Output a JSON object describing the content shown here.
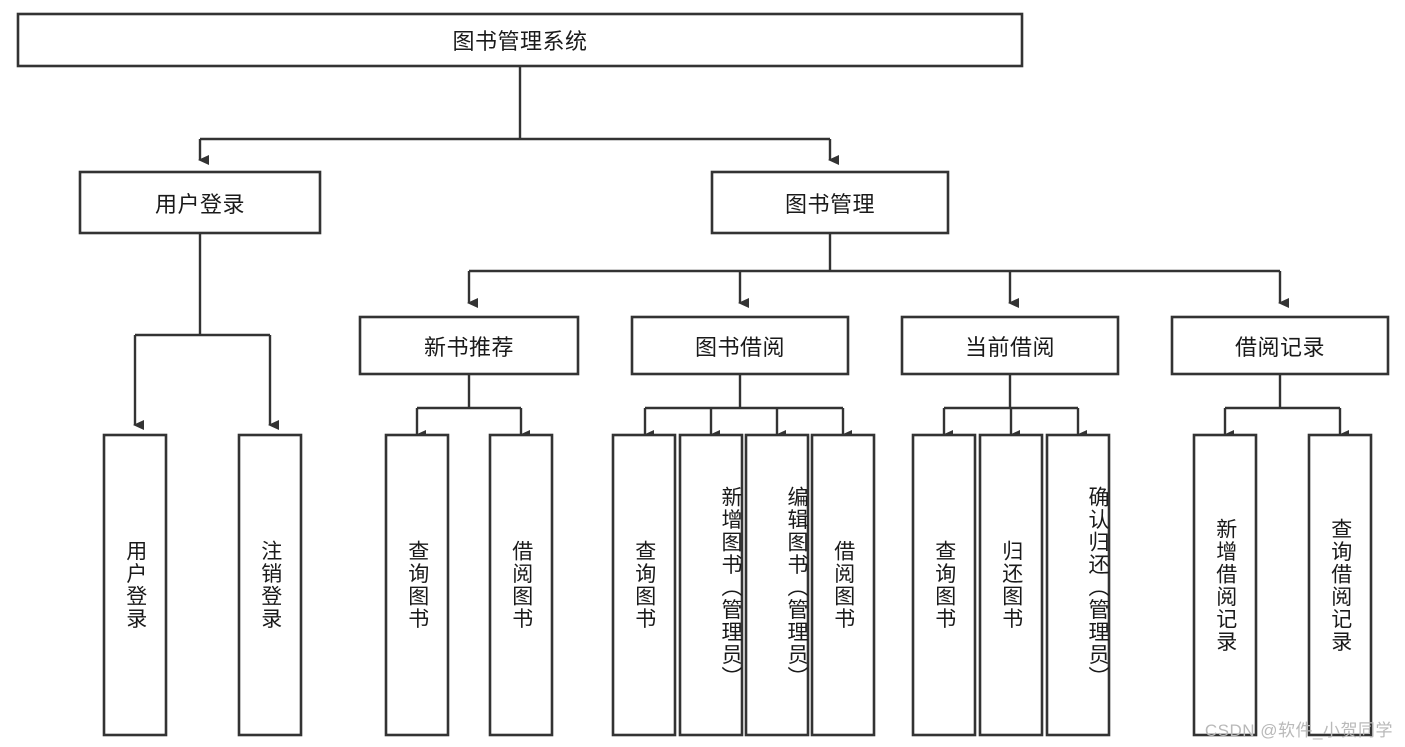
{
  "diagram": {
    "type": "tree",
    "title": "图书管理系统",
    "root": {
      "label": "图书管理系统"
    },
    "level1": [
      {
        "label": "用户登录"
      },
      {
        "label": "图书管理"
      }
    ],
    "level2": [
      {
        "label": "新书推荐",
        "parent": "图书管理"
      },
      {
        "label": "图书借阅",
        "parent": "图书管理"
      },
      {
        "label": "当前借阅",
        "parent": "图书管理"
      },
      {
        "label": "借阅记录",
        "parent": "图书管理"
      }
    ],
    "leaves": {
      "user_login": [
        {
          "label": "用户登录"
        },
        {
          "label": "注销登录"
        }
      ],
      "new_book_rec": [
        {
          "label": "查询图书"
        },
        {
          "label": "借阅图书"
        }
      ],
      "book_borrow": [
        {
          "label": "查询图书"
        },
        {
          "label": "新增图书（管理员）"
        },
        {
          "label": "编辑图书（管理员）"
        },
        {
          "label": "借阅图书"
        }
      ],
      "current_borrow": [
        {
          "label": "查询图书"
        },
        {
          "label": "归还图书"
        },
        {
          "label": "确认归还（管理员）"
        }
      ],
      "borrow_record": [
        {
          "label": "新增借阅记录"
        },
        {
          "label": "查询借阅记录"
        }
      ]
    }
  },
  "watermark": {
    "text": "CSDN @软件_小贺同学"
  },
  "colors": {
    "stroke": "#333333",
    "fill": "#ffffff",
    "text": "#1a1a1a",
    "watermark": "#b9b9b9"
  }
}
